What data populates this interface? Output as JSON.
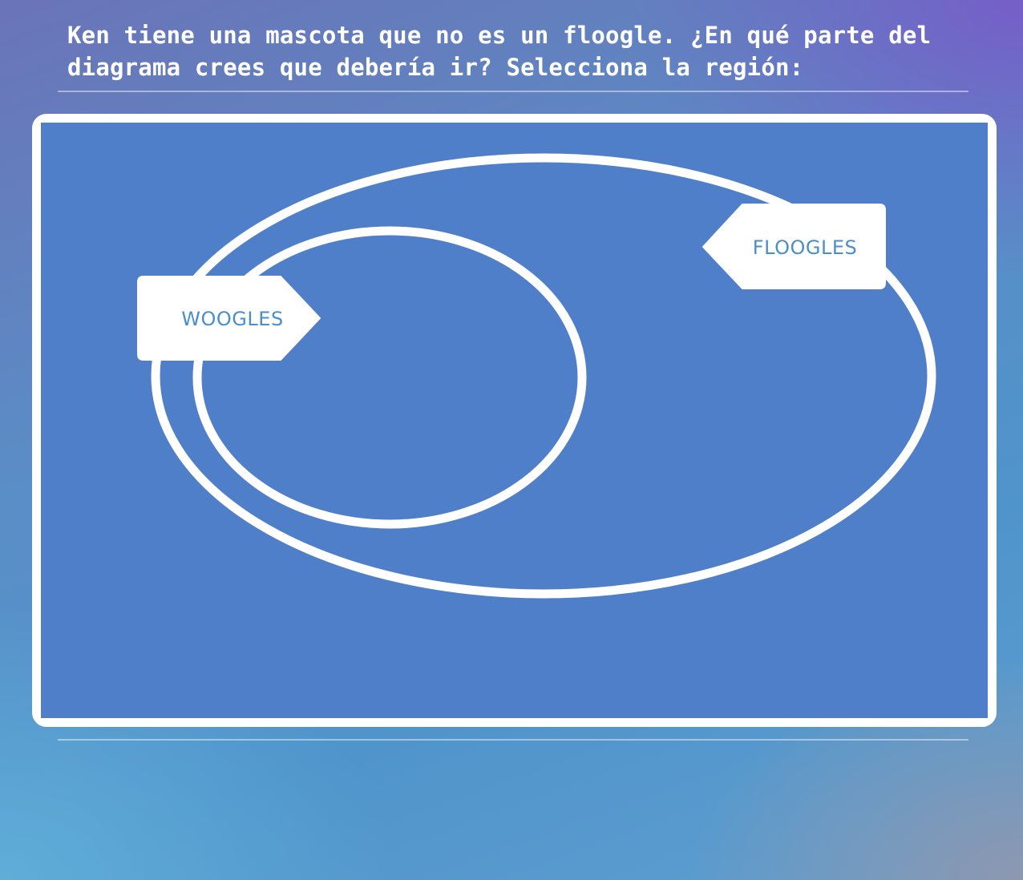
{
  "question": {
    "text": "Ken tiene una mascota que no es un floogle. ¿En qué parte del diagrama crees que debería ir? Selecciona la región:"
  },
  "diagram": {
    "type": "euler",
    "outer_set": {
      "label": "FLOOGLES"
    },
    "inner_set": {
      "label": "WOOGLES"
    },
    "colors": {
      "panel_background": "#507fc9",
      "outline": "#ffffff",
      "label_text": "#4a8ecb"
    }
  }
}
